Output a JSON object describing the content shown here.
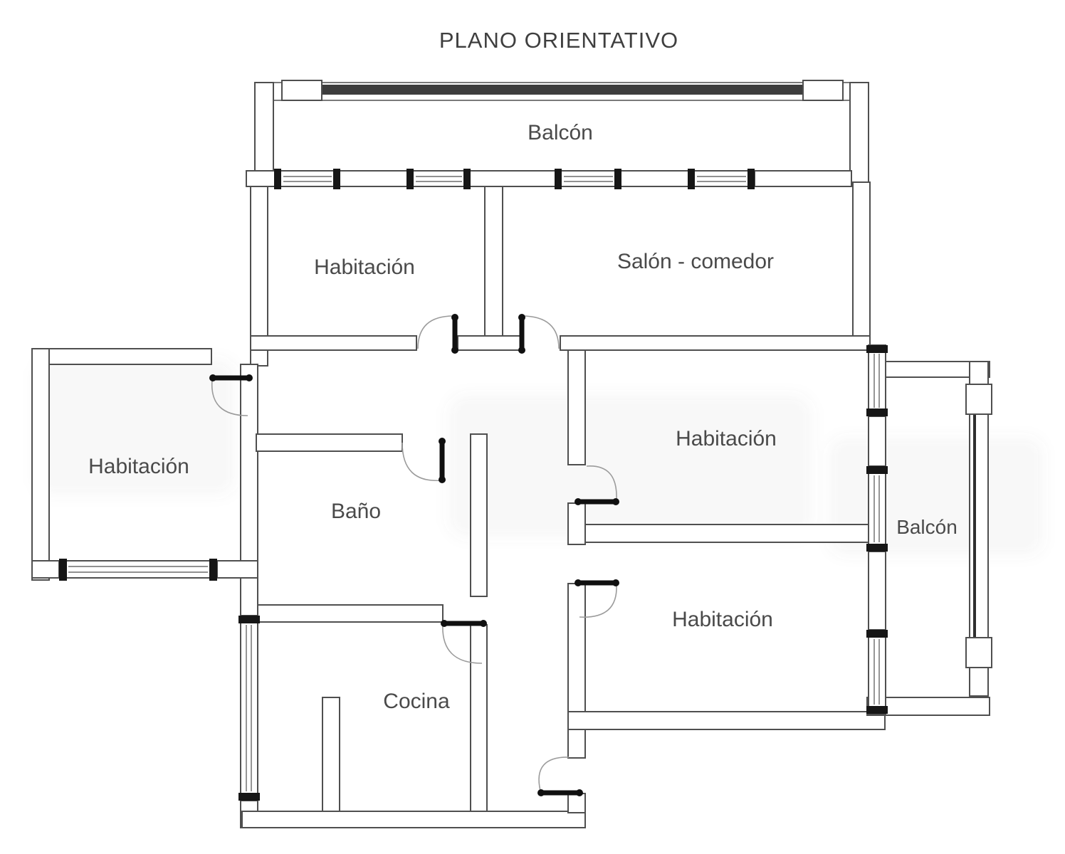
{
  "title": "PLANO ORIENTATIVO",
  "colors": {
    "wall": "#4f4f4f",
    "door": "#101010",
    "label": "#4a4a4a",
    "railing": "#3d3d3d",
    "background": "#ffffff"
  },
  "plan": {
    "labels": [
      {
        "id": "balcony-top",
        "text": "Balcón"
      },
      {
        "id": "bedroom-top-left",
        "text": "Habitación"
      },
      {
        "id": "living-dining",
        "text": "Salón - comedor"
      },
      {
        "id": "bedroom-left",
        "text": "Habitación"
      },
      {
        "id": "bathroom",
        "text": "Baño"
      },
      {
        "id": "bedroom-right-middle",
        "text": "Habitación"
      },
      {
        "id": "balcony-right",
        "text": "Balcón"
      },
      {
        "id": "bedroom-right-bottom",
        "text": "Habitación"
      },
      {
        "id": "kitchen",
        "text": "Cocina"
      }
    ]
  }
}
